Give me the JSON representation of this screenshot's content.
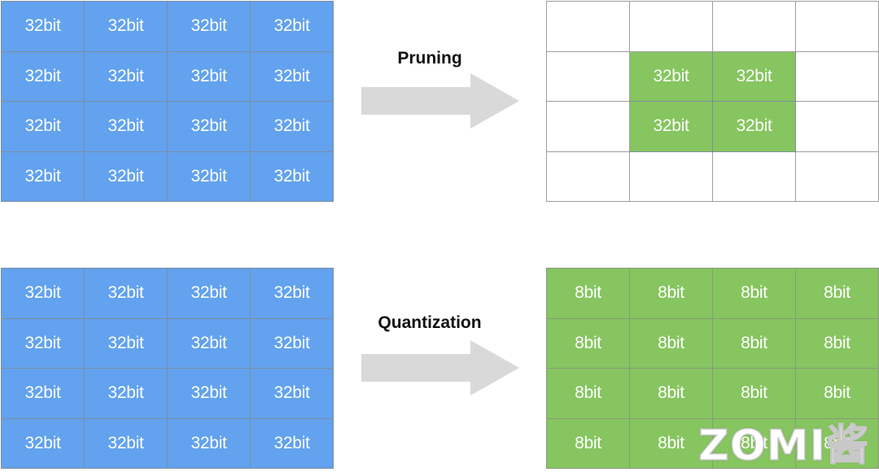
{
  "top": {
    "source_grid": [
      [
        "32bit",
        "32bit",
        "32bit",
        "32bit"
      ],
      [
        "32bit",
        "32bit",
        "32bit",
        "32bit"
      ],
      [
        "32bit",
        "32bit",
        "32bit",
        "32bit"
      ],
      [
        "32bit",
        "32bit",
        "32bit",
        "32bit"
      ]
    ],
    "arrow_label": "Pruning",
    "result_grid": [
      [
        "",
        "",
        "",
        ""
      ],
      [
        "",
        "32bit",
        "32bit",
        ""
      ],
      [
        "",
        "32bit",
        "32bit",
        ""
      ],
      [
        "",
        "",
        "",
        ""
      ]
    ]
  },
  "bottom": {
    "source_grid": [
      [
        "32bit",
        "32bit",
        "32bit",
        "32bit"
      ],
      [
        "32bit",
        "32bit",
        "32bit",
        "32bit"
      ],
      [
        "32bit",
        "32bit",
        "32bit",
        "32bit"
      ],
      [
        "32bit",
        "32bit",
        "32bit",
        "32bit"
      ]
    ],
    "arrow_label": "Quantization",
    "result_grid": [
      [
        "8bit",
        "8bit",
        "8bit",
        "8bit"
      ],
      [
        "8bit",
        "8bit",
        "8bit",
        "8bit"
      ],
      [
        "8bit",
        "8bit",
        "8bit",
        "8bit"
      ],
      [
        "8bit",
        "8bit",
        "8bit",
        "8bit"
      ]
    ]
  },
  "watermark": "ZOMI酱",
  "colors": {
    "full_precision": "#62a2ee",
    "kept_or_quantized": "#86c55f",
    "arrow": "#d9d9d9"
  }
}
